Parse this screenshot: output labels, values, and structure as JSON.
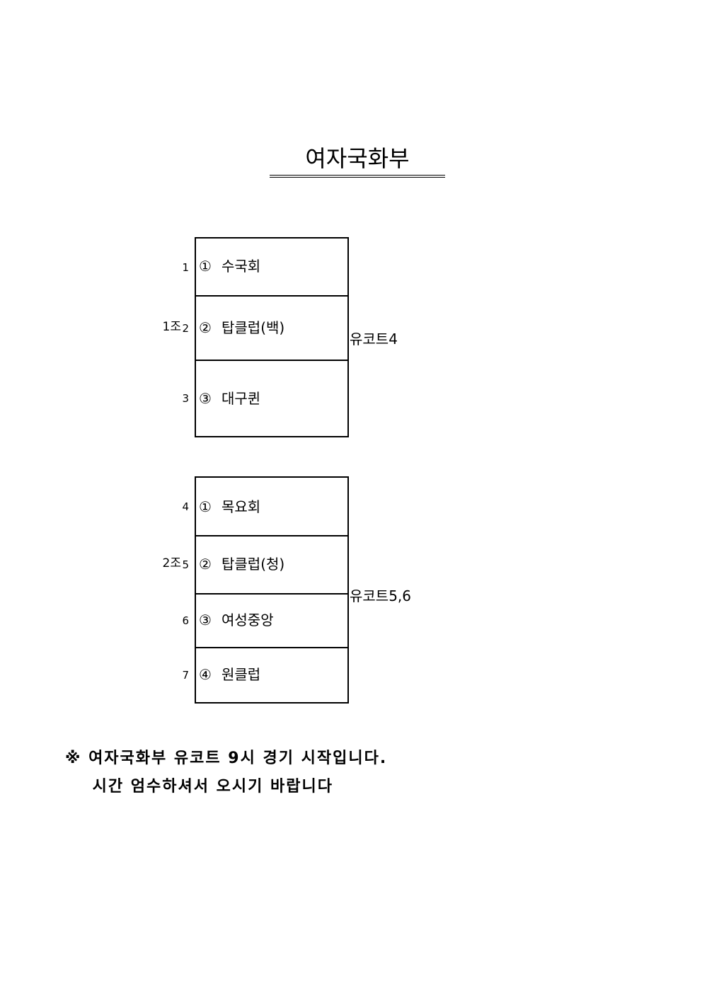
{
  "title": "여자국화부",
  "groups": [
    {
      "label": "1조",
      "court": "유코트4",
      "rows": [
        {
          "num": "1",
          "mark": "①",
          "team": "수국회"
        },
        {
          "num": "2",
          "mark": "②",
          "team": "탑클럽(백)"
        },
        {
          "num": "3",
          "mark": "③",
          "team": "대구퀸"
        }
      ]
    },
    {
      "label": "2조",
      "court": "유코트5,6",
      "rows": [
        {
          "num": "4",
          "mark": "①",
          "team": "목요회"
        },
        {
          "num": "5",
          "mark": "②",
          "team": "탑클럽(청)"
        },
        {
          "num": "6",
          "mark": "③",
          "team": "여성중앙"
        },
        {
          "num": "7",
          "mark": "④",
          "team": "원클럽"
        }
      ]
    }
  ],
  "notice": {
    "symbol": "※",
    "line1": "여자국화부 유코트 9시 경기 시작입니다.",
    "line2": "시간 엄수하셔서 오시기 바랍니다"
  }
}
